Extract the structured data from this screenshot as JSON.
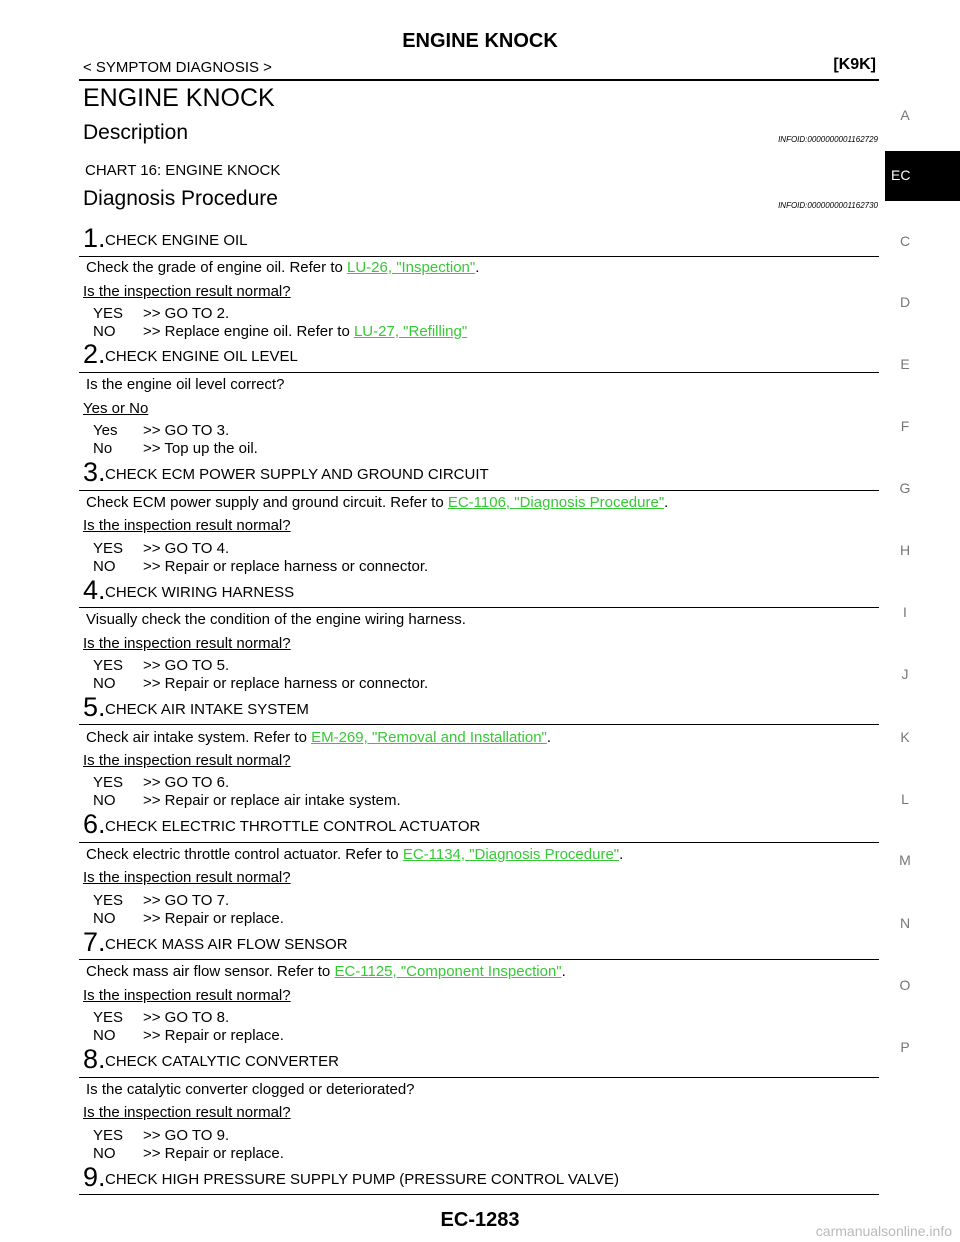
{
  "header": {
    "title": "ENGINE KNOCK",
    "breadcrumb": "< SYMPTOM DIAGNOSIS >",
    "model": "[K9K]"
  },
  "page_heading": "ENGINE KNOCK",
  "description": {
    "heading": "Description",
    "info_id": "INFOID:0000000001162729",
    "text": "CHART 16: ENGINE KNOCK"
  },
  "procedure": {
    "heading": "Diagnosis Procedure",
    "info_id": "INFOID:0000000001162730"
  },
  "steps": [
    {
      "num": "1.",
      "title": "CHECK ENGINE OIL",
      "text": "Check the grade of engine oil. Refer to ",
      "link": "LU-26, \"Inspection\"",
      "after": ".",
      "question": "Is the inspection result normal?",
      "yes_key": "YES",
      "yes_text": ">> GO TO 2.",
      "no_key": "NO",
      "no_text": ">> Replace engine oil. Refer to ",
      "no_link": "LU-27, \"Refilling\""
    },
    {
      "num": "2.",
      "title": "CHECK ENGINE OIL LEVEL",
      "text": "Is the engine oil level correct?",
      "question": "Yes or No",
      "yes_key": "Yes",
      "yes_text": ">> GO TO 3.",
      "no_key": "No",
      "no_text": ">> Top up the oil."
    },
    {
      "num": "3.",
      "title": "CHECK ECM POWER SUPPLY AND GROUND CIRCUIT",
      "text": "Check ECM power supply and ground circuit. Refer to ",
      "link": "EC-1106, \"Diagnosis Procedure\"",
      "after": ".",
      "question": "Is the inspection result normal?",
      "yes_key": "YES",
      "yes_text": ">> GO TO 4.",
      "no_key": "NO",
      "no_text": ">> Repair or replace harness or connector."
    },
    {
      "num": "4.",
      "title": "CHECK WIRING HARNESS",
      "text": "Visually check the condition of the engine wiring harness.",
      "question": "Is the inspection result normal?",
      "yes_key": "YES",
      "yes_text": ">> GO TO 5.",
      "no_key": "NO",
      "no_text": ">> Repair or replace harness or connector."
    },
    {
      "num": "5.",
      "title": "CHECK AIR INTAKE SYSTEM",
      "text": "Check air intake system. Refer to ",
      "link": "EM-269, \"Removal and Installation\"",
      "after": ".",
      "question": "Is the inspection result normal?",
      "yes_key": "YES",
      "yes_text": ">> GO TO 6.",
      "no_key": "NO",
      "no_text": ">> Repair or replace air intake system."
    },
    {
      "num": "6.",
      "title": "CHECK ELECTRIC THROTTLE CONTROL ACTUATOR",
      "text": "Check electric throttle control actuator. Refer to ",
      "link": "EC-1134, \"Diagnosis Procedure\"",
      "after": ".",
      "question": "Is the inspection result normal?",
      "yes_key": "YES",
      "yes_text": ">> GO TO 7.",
      "no_key": "NO",
      "no_text": ">> Repair or replace."
    },
    {
      "num": "7.",
      "title": "CHECK MASS AIR FLOW SENSOR",
      "text": "Check mass air flow sensor. Refer to ",
      "link": "EC-1125, \"Component Inspection\"",
      "after": ".",
      "question": "Is the inspection result normal?",
      "yes_key": "YES",
      "yes_text": ">> GO TO 8.",
      "no_key": "NO",
      "no_text": ">> Repair or replace."
    },
    {
      "num": "8.",
      "title": "CHECK CATALYTIC CONVERTER",
      "text": "Is the catalytic converter clogged or deteriorated?",
      "question": "Is the inspection result normal?",
      "yes_key": "YES",
      "yes_text": ">> GO TO 9.",
      "no_key": "NO",
      "no_text": ">> Repair or replace."
    },
    {
      "num": "9.",
      "title": "CHECK HIGH PRESSURE SUPPLY PUMP (PRESSURE CONTROL VALVE)"
    }
  ],
  "sidebar": {
    "letters": [
      "A",
      "EC",
      "C",
      "D",
      "E",
      "F",
      "G",
      "H",
      "I",
      "J",
      "K",
      "L",
      "M",
      "N",
      "O",
      "P"
    ],
    "active": "EC"
  },
  "footer": {
    "page": "EC-1283",
    "watermark": "carmanualsonline.info"
  },
  "colors": {
    "link": "#37c837"
  }
}
